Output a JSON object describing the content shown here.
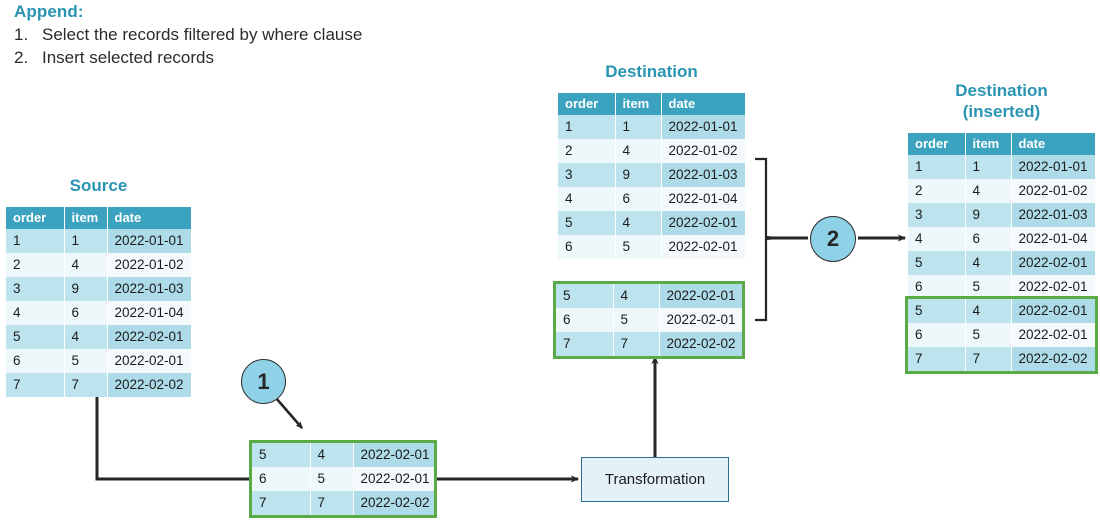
{
  "legend": {
    "heading": "Append:",
    "steps": [
      {
        "num": "1.",
        "text": "Select the records filtered by where clause"
      },
      {
        "num": "2.",
        "text": "Insert selected records"
      }
    ]
  },
  "colors": {
    "title": "#2a94b3",
    "header_bg": "#3ba2c0",
    "row_odd": "#bde3ee",
    "row_even": "#eef7fa",
    "highlight_border": "#5aaa46",
    "circle_fill": "#8fd2e8",
    "box_fill": "#e4f1f8",
    "box_border": "#2e6e8e",
    "line": "#262626"
  },
  "columns": [
    "order",
    "item",
    "date"
  ],
  "source_table": {
    "title": "Source",
    "columns": [
      "order",
      "item",
      "date"
    ],
    "rows": [
      [
        "1",
        "1",
        "2022-01-01"
      ],
      [
        "2",
        "4",
        "2022-01-02"
      ],
      [
        "3",
        "9",
        "2022-01-03"
      ],
      [
        "4",
        "6",
        "2022-01-04"
      ],
      [
        "5",
        "4",
        "2022-02-01"
      ],
      [
        "6",
        "5",
        "2022-02-01"
      ],
      [
        "7",
        "7",
        "2022-02-02"
      ]
    ]
  },
  "selected_table": {
    "rows": [
      [
        "5",
        "4",
        "2022-02-01"
      ],
      [
        "6",
        "5",
        "2022-02-01"
      ],
      [
        "7",
        "7",
        "2022-02-02"
      ]
    ]
  },
  "destination_table": {
    "title": "Destination",
    "columns": [
      "order",
      "item",
      "date"
    ],
    "rows": [
      [
        "1",
        "1",
        "2022-01-01"
      ],
      [
        "2",
        "4",
        "2022-01-02"
      ],
      [
        "3",
        "9",
        "2022-01-03"
      ],
      [
        "4",
        "6",
        "2022-01-04"
      ],
      [
        "5",
        "4",
        "2022-02-01"
      ],
      [
        "6",
        "5",
        "2022-02-01"
      ]
    ]
  },
  "transformed_table": {
    "rows": [
      [
        "5",
        "4",
        "2022-02-01"
      ],
      [
        "6",
        "5",
        "2022-02-01"
      ],
      [
        "7",
        "7",
        "2022-02-02"
      ]
    ]
  },
  "destination_inserted_table": {
    "title_line1": "Destination",
    "title_line2": "(inserted)",
    "columns": [
      "order",
      "item",
      "date"
    ],
    "rows": [
      [
        "1",
        "1",
        "2022-01-01"
      ],
      [
        "2",
        "4",
        "2022-01-02"
      ],
      [
        "3",
        "9",
        "2022-01-03"
      ],
      [
        "4",
        "6",
        "2022-01-04"
      ],
      [
        "5",
        "4",
        "2022-02-01"
      ],
      [
        "6",
        "5",
        "2022-02-01"
      ],
      [
        "5",
        "4",
        "2022-02-01"
      ],
      [
        "6",
        "5",
        "2022-02-01"
      ],
      [
        "7",
        "7",
        "2022-02-02"
      ]
    ],
    "highlight_from_row": 6,
    "highlight_row_count": 3
  },
  "transformation_box": {
    "label": "Transformation"
  },
  "step_markers": [
    {
      "label": "1"
    },
    {
      "label": "2"
    }
  ]
}
